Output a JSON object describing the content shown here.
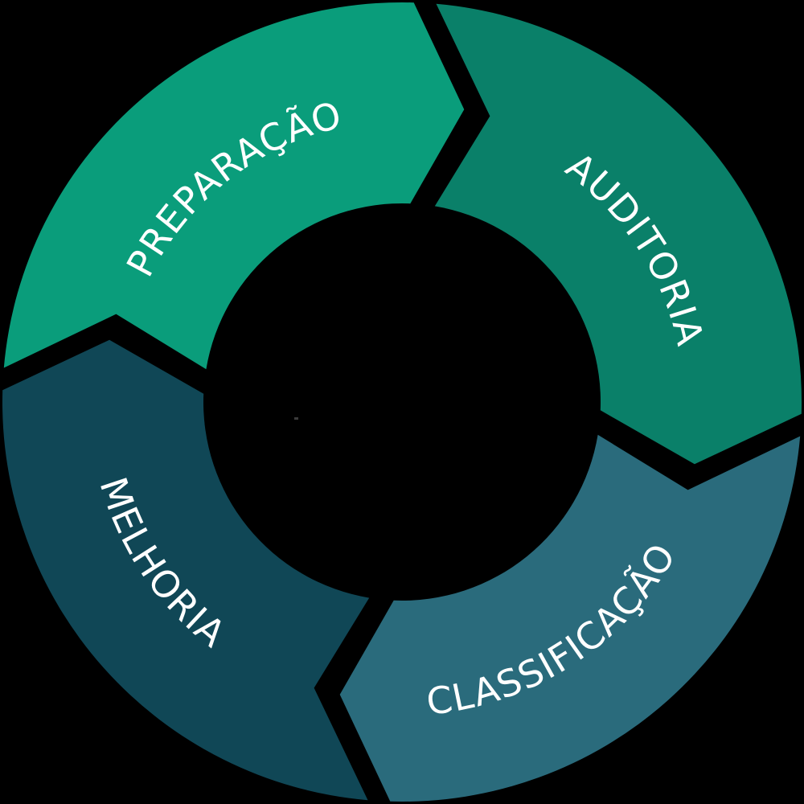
{
  "diagram": {
    "type": "cycle",
    "flow_direction": "clockwise",
    "background_color": "#000000",
    "label_color": "#ffffff",
    "segments": [
      {
        "id": "preparacao",
        "label": "PREPARAÇÃO",
        "color": "#0a9d7b",
        "position": "top-left"
      },
      {
        "id": "auditoria",
        "label": "AUDITORIA",
        "color": "#0a8069",
        "position": "top-right"
      },
      {
        "id": "classificacao",
        "label": "CLASSIFICAÇÃO",
        "color": "#2a6b7c",
        "position": "bottom-right"
      },
      {
        "id": "melhoria",
        "label": "MELHORIA",
        "color": "#104756",
        "position": "bottom-left"
      }
    ]
  }
}
